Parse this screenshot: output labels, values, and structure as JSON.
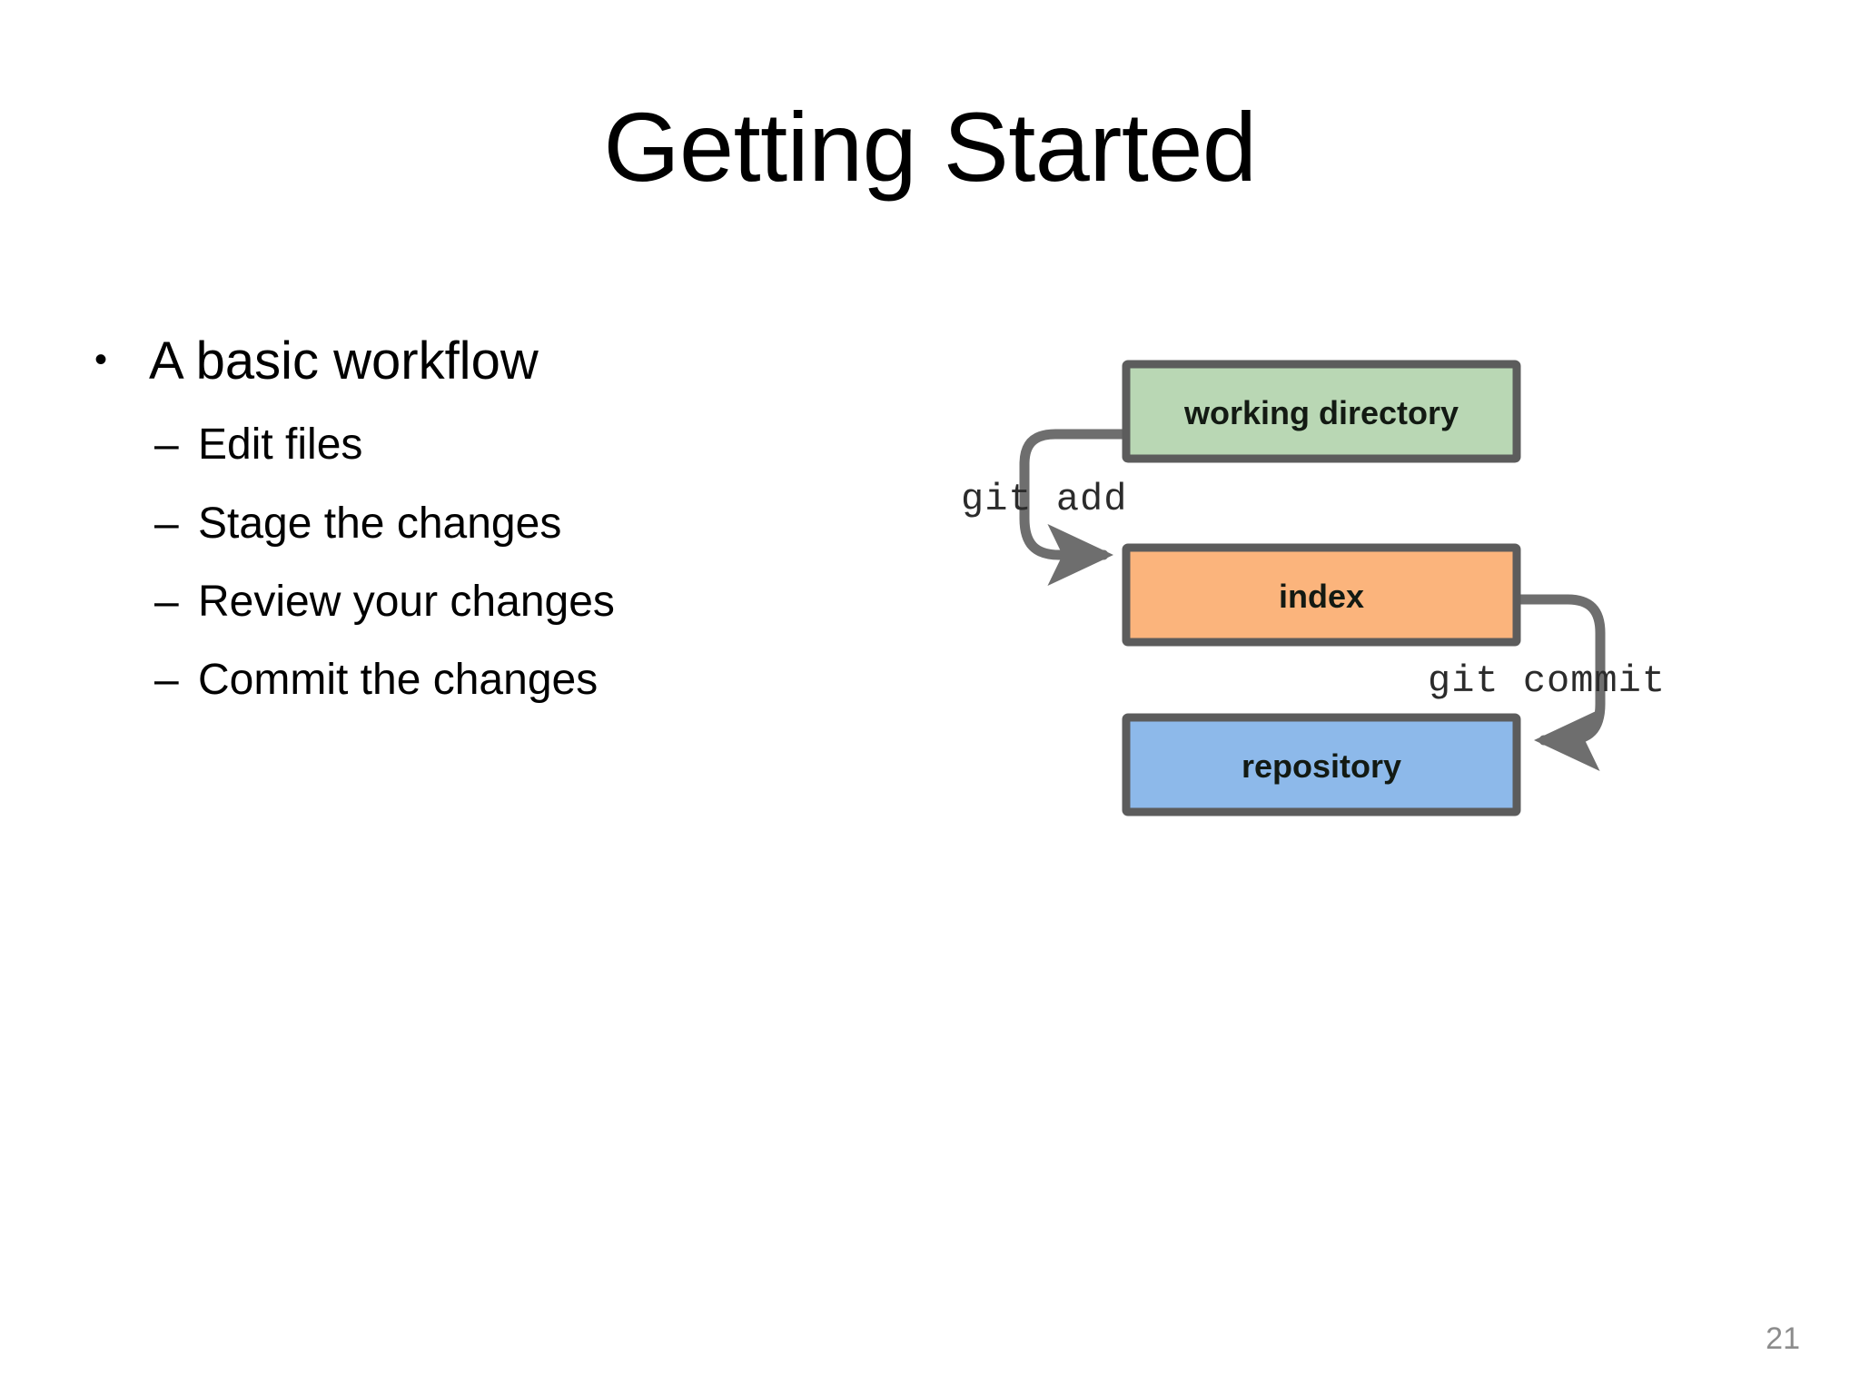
{
  "slide": {
    "title": "Getting Started",
    "page_number": "21",
    "background_color": "#ffffff",
    "title_color": "#000000",
    "page_number_color": "#8c8c8c"
  },
  "content": {
    "bullets": [
      {
        "marker": "•",
        "text": "A basic workflow",
        "level": 1,
        "children": [
          {
            "marker": "–",
            "text": "Edit files",
            "level": 2
          },
          {
            "marker": "–",
            "text": "Stage the changes",
            "level": 2
          },
          {
            "marker": "–",
            "text": "Review your changes",
            "level": 2
          },
          {
            "marker": "–",
            "text": "Commit the changes",
            "level": 2
          }
        ]
      }
    ]
  },
  "diagram": {
    "type": "flow",
    "alt": "Git basic workflow: working directory to index via git add, index to repository via git commit",
    "boxes": [
      {
        "id": "working-directory",
        "label": "working directory",
        "fill": "#b9d7b4",
        "stroke": "#5c5c5c",
        "text_color": "#131a13"
      },
      {
        "id": "index",
        "label": "index",
        "fill": "#fbb47c",
        "stroke": "#5c5c5c",
        "text_color": "#1a1209"
      },
      {
        "id": "repository",
        "label": "repository",
        "fill": "#8db9ea",
        "stroke": "#5c5c5c",
        "text_color": "#0b1526"
      }
    ],
    "arrows": [
      {
        "id": "git-add",
        "label": "git add",
        "from": "working-directory",
        "to": "index",
        "color": "#6e6e6e",
        "label_color": "#2b2b2b"
      },
      {
        "id": "git-commit",
        "label": "git commit",
        "from": "index",
        "to": "repository",
        "color": "#6e6e6e",
        "label_color": "#2b2b2b"
      }
    ]
  }
}
